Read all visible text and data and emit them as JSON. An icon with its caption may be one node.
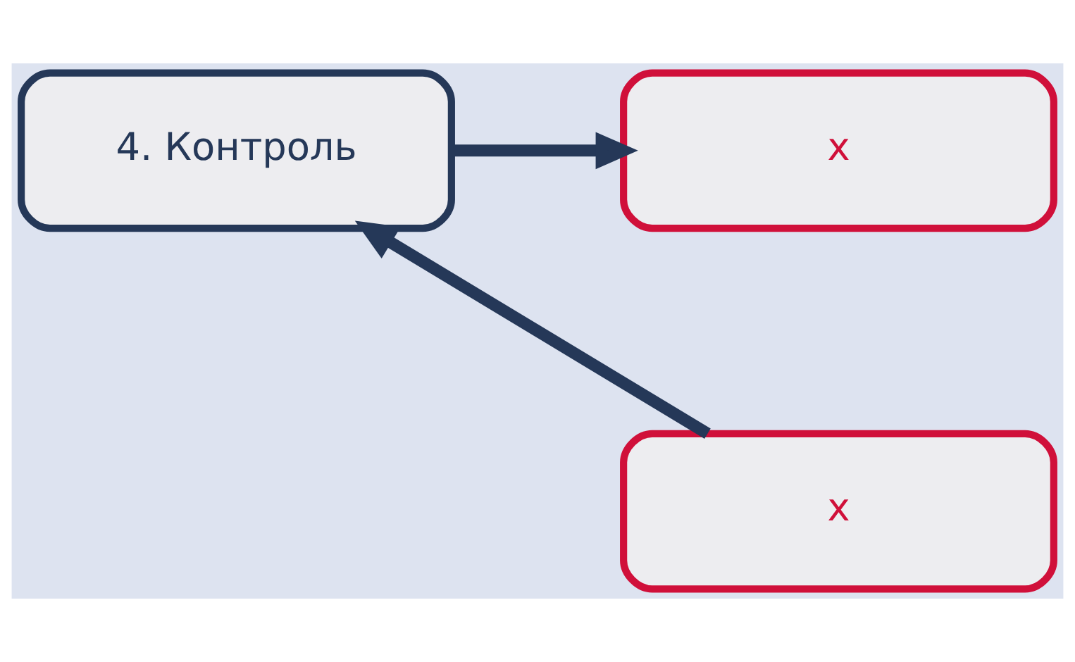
{
  "diagram": {
    "nodes": [
      {
        "text": [
          "4. Контроль"
        ]
      },
      {
        "text": [
          "x"
        ]
      },
      {
        "text": [
          "x"
        ]
      }
    ],
    "edges": [
      {
        "from": 0,
        "to": 1,
        "arrow": "to"
      },
      {
        "from": 2,
        "to": 0,
        "arrow": "to"
      }
    ]
  }
}
